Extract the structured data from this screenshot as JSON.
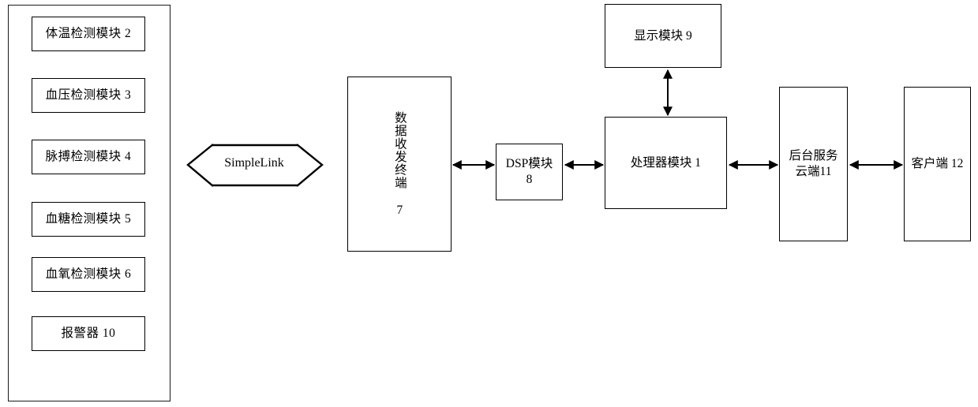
{
  "diagram": {
    "title": "Health monitoring system block diagram",
    "background_color": "#ffffff",
    "line_color": "#000000"
  },
  "sensor_group": {
    "name": "sensor-module-container",
    "items": [
      {
        "label": "体温检测模块 2",
        "id": "temperature-detection-module"
      },
      {
        "label": "血压检测模块 3",
        "id": "blood-pressure-detection-module"
      },
      {
        "label": "脉搏检测模块 4",
        "id": "pulse-detection-module"
      },
      {
        "label": "血糖检测模块 5",
        "id": "blood-glucose-detection-module"
      },
      {
        "label": "血氧检测模块 6",
        "id": "blood-oxygen-detection-module"
      },
      {
        "label": "报警器 10",
        "id": "alarm-device"
      }
    ]
  },
  "link": {
    "label": "SimpleLink",
    "style": "double-headed-block-arrow"
  },
  "blocks": {
    "terminal": {
      "label": "数据收发终端 7",
      "orientation": "vertical"
    },
    "dsp": {
      "line1": "DSP模块",
      "line2": "8"
    },
    "processor": {
      "label": "处理器模块 1"
    },
    "display": {
      "label": "显示模块 9"
    },
    "cloud": {
      "line1": "后台服务",
      "line2": "云端11"
    },
    "client": {
      "label": "客户端 12"
    }
  },
  "connectors": [
    {
      "id": "terminal-to-dsp",
      "from": "数据收发终端 7",
      "to": "DSP模块 8",
      "type": "double-arrow",
      "direction": "horizontal"
    },
    {
      "id": "dsp-to-processor",
      "from": "DSP模块 8",
      "to": "处理器模块 1",
      "type": "double-arrow",
      "direction": "horizontal"
    },
    {
      "id": "processor-to-cloud",
      "from": "处理器模块 1",
      "to": "后台服务云端11",
      "type": "double-arrow",
      "direction": "horizontal"
    },
    {
      "id": "cloud-to-client",
      "from": "后台服务云端11",
      "to": "客户端 12",
      "type": "double-arrow",
      "direction": "horizontal"
    },
    {
      "id": "processor-to-display",
      "from": "处理器模块 1",
      "to": "显示模块 9",
      "type": "double-arrow",
      "direction": "vertical"
    }
  ]
}
